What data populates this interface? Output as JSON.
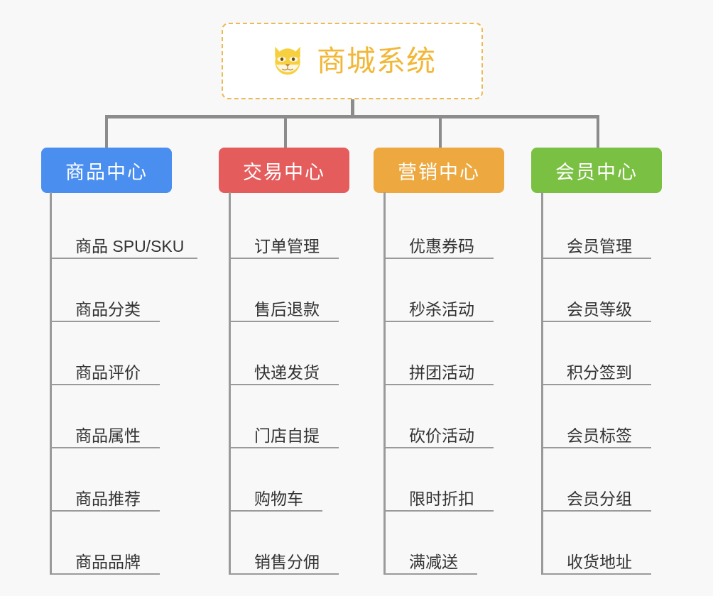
{
  "background_color": "#f8f8f8",
  "root": {
    "title": "商城系统",
    "icon": "shiba-dog-face-emoji",
    "text_color": "#f2b737",
    "border_color": "#edb954",
    "background": "#ffffff"
  },
  "connector_color": "#8c8c8c",
  "rule_color": "#9a9a9a",
  "columns": [
    {
      "id": "product-center",
      "label": "商品中心",
      "color": "#4a8ff0",
      "items": [
        {
          "label": "商品 SPU/SKU",
          "rule_width": 208
        },
        {
          "label": "商品分类",
          "rule_width": 155
        },
        {
          "label": "商品评价",
          "rule_width": 155
        },
        {
          "label": "商品属性",
          "rule_width": 155
        },
        {
          "label": "商品推荐",
          "rule_width": 155
        },
        {
          "label": "商品品牌",
          "rule_width": 155
        }
      ]
    },
    {
      "id": "trade-center",
      "label": "交易中心",
      "color": "#e55c5c",
      "items": [
        {
          "label": "订单管理",
          "rule_width": 155
        },
        {
          "label": "售后退款",
          "rule_width": 155
        },
        {
          "label": "快递发货",
          "rule_width": 155
        },
        {
          "label": "门店自提",
          "rule_width": 155
        },
        {
          "label": "购物车",
          "rule_width": 132
        },
        {
          "label": "销售分佣",
          "rule_width": 155
        }
      ]
    },
    {
      "id": "marketing-center",
      "label": "营销中心",
      "color": "#eda93f",
      "items": [
        {
          "label": "优惠券码",
          "rule_width": 155
        },
        {
          "label": "秒杀活动",
          "rule_width": 155
        },
        {
          "label": "拼团活动",
          "rule_width": 155
        },
        {
          "label": "砍价活动",
          "rule_width": 155
        },
        {
          "label": "限时折扣",
          "rule_width": 155
        },
        {
          "label": "满减送",
          "rule_width": 132
        }
      ]
    },
    {
      "id": "member-center",
      "label": "会员中心",
      "color": "#7ac043",
      "items": [
        {
          "label": "会员管理",
          "rule_width": 155
        },
        {
          "label": "会员等级",
          "rule_width": 155
        },
        {
          "label": "积分签到",
          "rule_width": 155
        },
        {
          "label": "会员标签",
          "rule_width": 155
        },
        {
          "label": "会员分组",
          "rule_width": 155
        },
        {
          "label": "收货地址",
          "rule_width": 155
        }
      ]
    }
  ]
}
